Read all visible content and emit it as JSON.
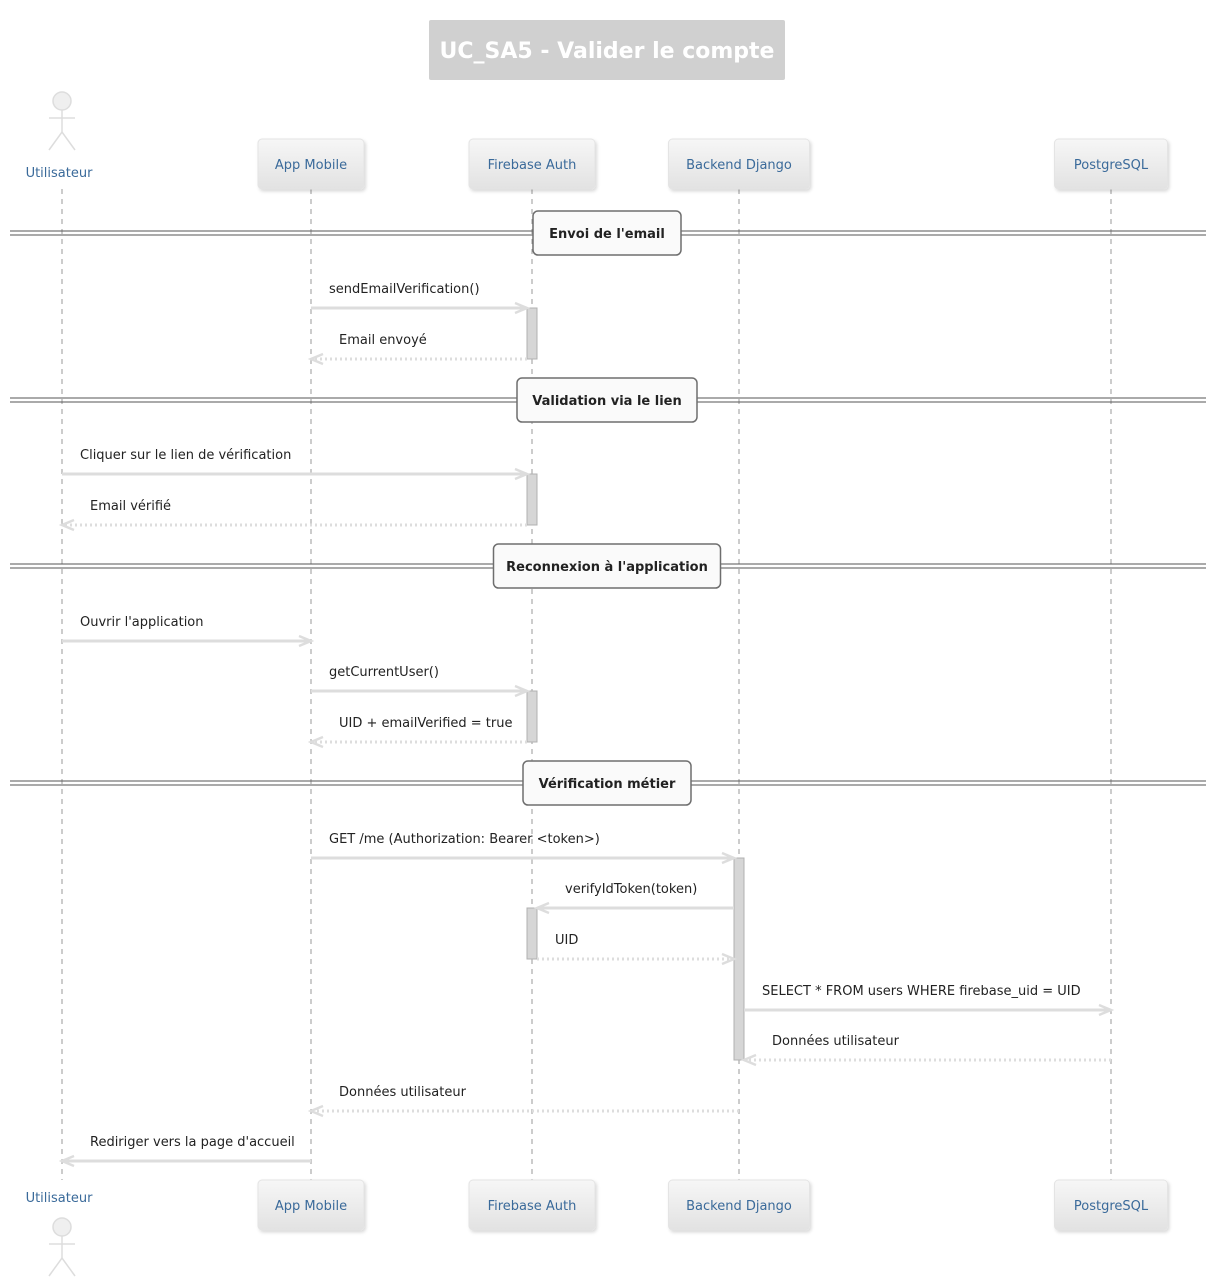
{
  "title": "UC_SA5 - Valider le compte",
  "colors": {
    "title_bg": "#d0d0d0",
    "participant_fill_top": "#f6f6f6",
    "participant_fill_bottom": "#e2e2e2",
    "participant_text": "#3a6a9a",
    "lifeline": "#9a9a9a",
    "arrow": "#dddddd",
    "activation": "#d6d6d6",
    "section_border": "#6e6e6e"
  },
  "participants": [
    {
      "id": "user",
      "label": "Utilisateur",
      "kind": "actor"
    },
    {
      "id": "app",
      "label": "App Mobile",
      "kind": "box"
    },
    {
      "id": "firebase",
      "label": "Firebase Auth",
      "kind": "box"
    },
    {
      "id": "django",
      "label": "Backend Django",
      "kind": "box"
    },
    {
      "id": "postgres",
      "label": "PostgreSQL",
      "kind": "box"
    }
  ],
  "sections": [
    {
      "label": "Envoi de l'email"
    },
    {
      "label": "Validation via le lien"
    },
    {
      "label": "Reconnexion à l'application"
    },
    {
      "label": "Vérification métier"
    }
  ],
  "messages": [
    {
      "from": "app",
      "to": "firebase",
      "label": "sendEmailVerification()",
      "style": "solid"
    },
    {
      "from": "firebase",
      "to": "app",
      "label": "Email envoyé",
      "style": "dotted"
    },
    {
      "from": "user",
      "to": "firebase",
      "label": "Cliquer sur le lien de vérification",
      "style": "solid"
    },
    {
      "from": "firebase",
      "to": "user",
      "label": "Email vérifié",
      "style": "dotted"
    },
    {
      "from": "user",
      "to": "app",
      "label": "Ouvrir l'application",
      "style": "solid"
    },
    {
      "from": "app",
      "to": "firebase",
      "label": "getCurrentUser()",
      "style": "solid"
    },
    {
      "from": "firebase",
      "to": "app",
      "label": "UID + emailVerified = true",
      "style": "dotted"
    },
    {
      "from": "app",
      "to": "django",
      "label": "GET /me (Authorization: Bearer <token>)",
      "style": "solid"
    },
    {
      "from": "django",
      "to": "firebase",
      "label": "verifyIdToken(token)",
      "style": "solid"
    },
    {
      "from": "firebase",
      "to": "django",
      "label": "UID",
      "style": "dotted"
    },
    {
      "from": "django",
      "to": "postgres",
      "label": "SELECT * FROM users WHERE firebase_uid = UID",
      "style": "solid"
    },
    {
      "from": "postgres",
      "to": "django",
      "label": "Données utilisateur",
      "style": "dotted"
    },
    {
      "from": "django",
      "to": "app",
      "label": "Données utilisateur",
      "style": "dotted"
    },
    {
      "from": "app",
      "to": "user",
      "label": "Rediriger vers la page d'accueil",
      "style": "solid"
    }
  ]
}
